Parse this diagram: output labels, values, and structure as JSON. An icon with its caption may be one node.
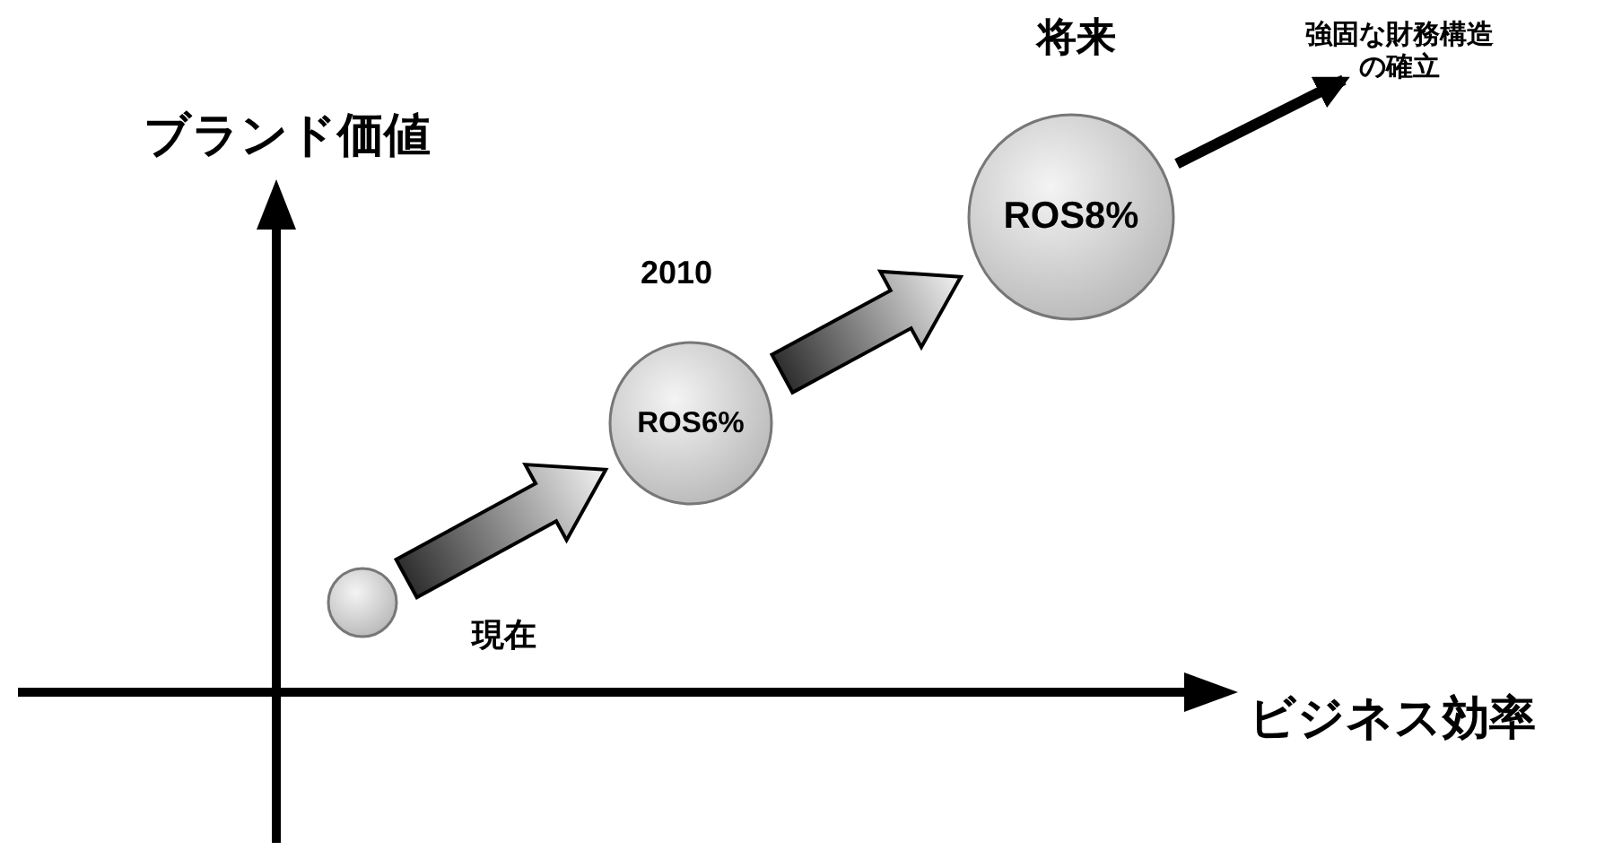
{
  "diagram": {
    "nodes": [
      {
        "text": [],
        "shape": "circle",
        "beside": [
          "現在"
        ]
      },
      {
        "text": [
          "ROS6%"
        ],
        "beside": [
          "2010"
        ]
      },
      {
        "text": [
          "ROS8%"
        ],
        "beside": [
          "将来"
        ]
      },
      {
        "text": [
          "強固な財務構造の確立"
        ]
      }
    ],
    "edges": [
      {
        "from": 0,
        "to": 1,
        "arrow": "to",
        "style": "thick"
      },
      {
        "from": 1,
        "to": 2,
        "arrow": "to",
        "style": "thick"
      },
      {
        "from": 2,
        "to": 3,
        "arrow": "to"
      }
    ],
    "labels": [
      "ブランド価値",
      "ビジネス効率"
    ]
  }
}
